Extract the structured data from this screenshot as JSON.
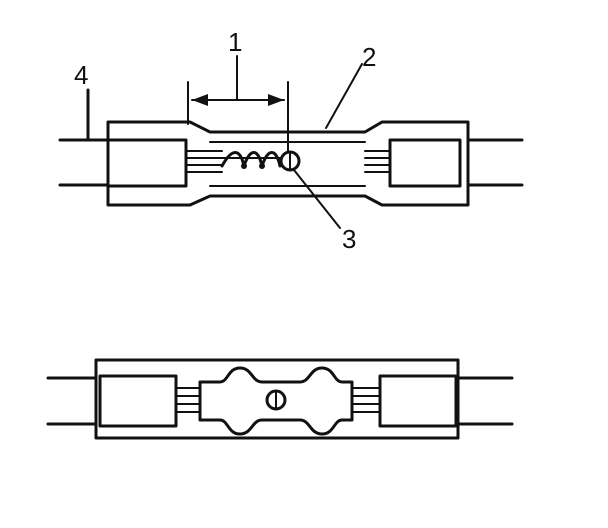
{
  "callouts": {
    "c1": "1",
    "c2": "2",
    "c3": "3",
    "c4": "4"
  },
  "colors": {
    "ink": "#111111",
    "paper": "#ffffff"
  }
}
